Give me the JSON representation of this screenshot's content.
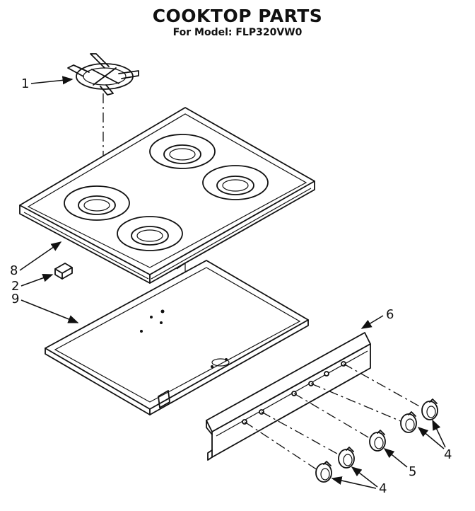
{
  "title": "COOKTOP PARTS",
  "subtitle": "For Model: FLP320VW0",
  "callouts": {
    "c1": "1",
    "c2": "2",
    "c4a": "4",
    "c4b": "4",
    "c5": "5",
    "c6": "6",
    "c8": "8",
    "c9": "9"
  }
}
